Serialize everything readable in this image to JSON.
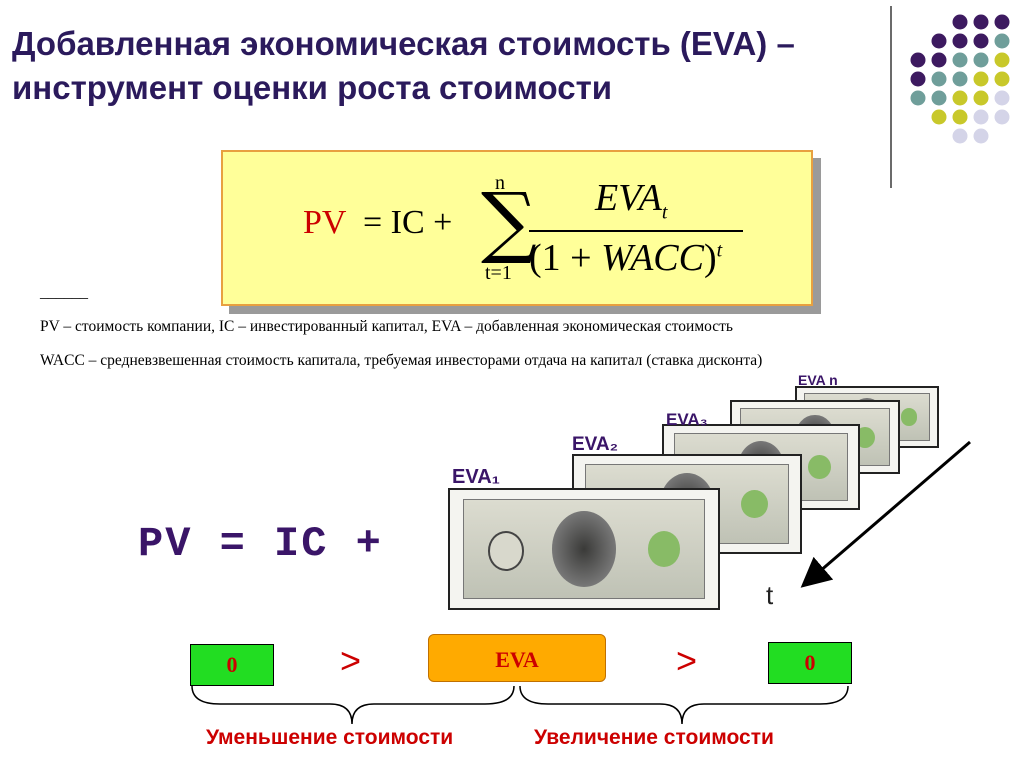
{
  "slide": {
    "title_line1": "Добавленная экономическая стоимость (EVA) –",
    "title_line2": "инструмент оценки роста стоимости"
  },
  "formula": {
    "pv": "PV",
    "ic_plus": "= IC +",
    "sum_top": "n",
    "sum_bottom": "t=1",
    "numerator": "EVA",
    "numerator_sub": "t",
    "denominator_open": "(1 + ",
    "denominator_var": "WACC",
    "denominator_close": ")",
    "denominator_sup": "t"
  },
  "notes": {
    "separator": "______",
    "line1": "PV – стоимость компании, IC – инвестированный капитал, EVA – добавленная экономическая стоимость",
    "line2": "WACC – средневзвешенная стоимость капитала, требуемая инвесторами отдача на капитал (ставка дисконта)"
  },
  "diagram": {
    "pv_equation": "PV = IC +",
    "eva_labels": [
      "EVA₁",
      "EVA₂",
      "EVA₃",
      "EVA n"
    ],
    "time_label": "t",
    "box_left": "0",
    "box_center": "EVA",
    "box_right": "0",
    "gt_symbol": ">",
    "decrease_label": "Уменьшение стоимости",
    "increase_label": "Увеличение стоимости"
  },
  "colors": {
    "title": "#2b1a5c",
    "dot_purple": "#3d1a60",
    "dot_teal": "#6f9e9a",
    "dot_olive": "#c8c82a",
    "dot_lavender": "#d4d4e8",
    "accent_red": "#cc0000",
    "formula_bg": "#ffff99"
  }
}
